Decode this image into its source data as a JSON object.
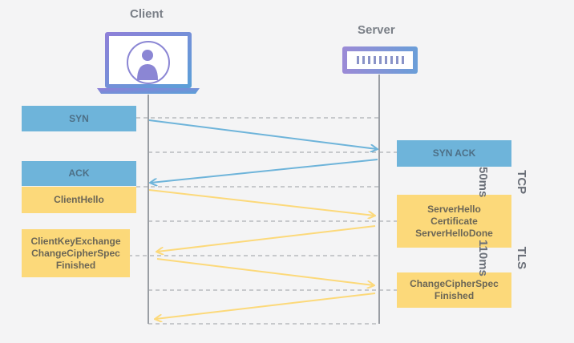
{
  "headers": {
    "client": "Client",
    "server": "Server"
  },
  "messages": {
    "syn": "SYN",
    "syn_ack": "SYN ACK",
    "ack": "ACK",
    "client_hello": "ClientHello",
    "server_hello": [
      "ServerHello",
      "Certificate",
      "ServerHelloDone"
    ],
    "client_key": [
      "ClientKeyExchange",
      "ChangeCipherSpec",
      "Finished"
    ],
    "change_cipher": [
      "ChangeCipherSpec",
      "Finished"
    ]
  },
  "phases": {
    "tcp": [
      "TCP",
      "50ms"
    ],
    "tls": [
      "TLS",
      "110ms"
    ]
  },
  "colors": {
    "tcp_box": "#6eb4da",
    "tls_box": "#fcd97a",
    "tcp_arrow": "#6eb4da",
    "tls_arrow": "#fcd97a",
    "timeline": "#9a9ea4"
  },
  "icons": {
    "client": "laptop-user-icon",
    "server": "server-rack-icon"
  }
}
